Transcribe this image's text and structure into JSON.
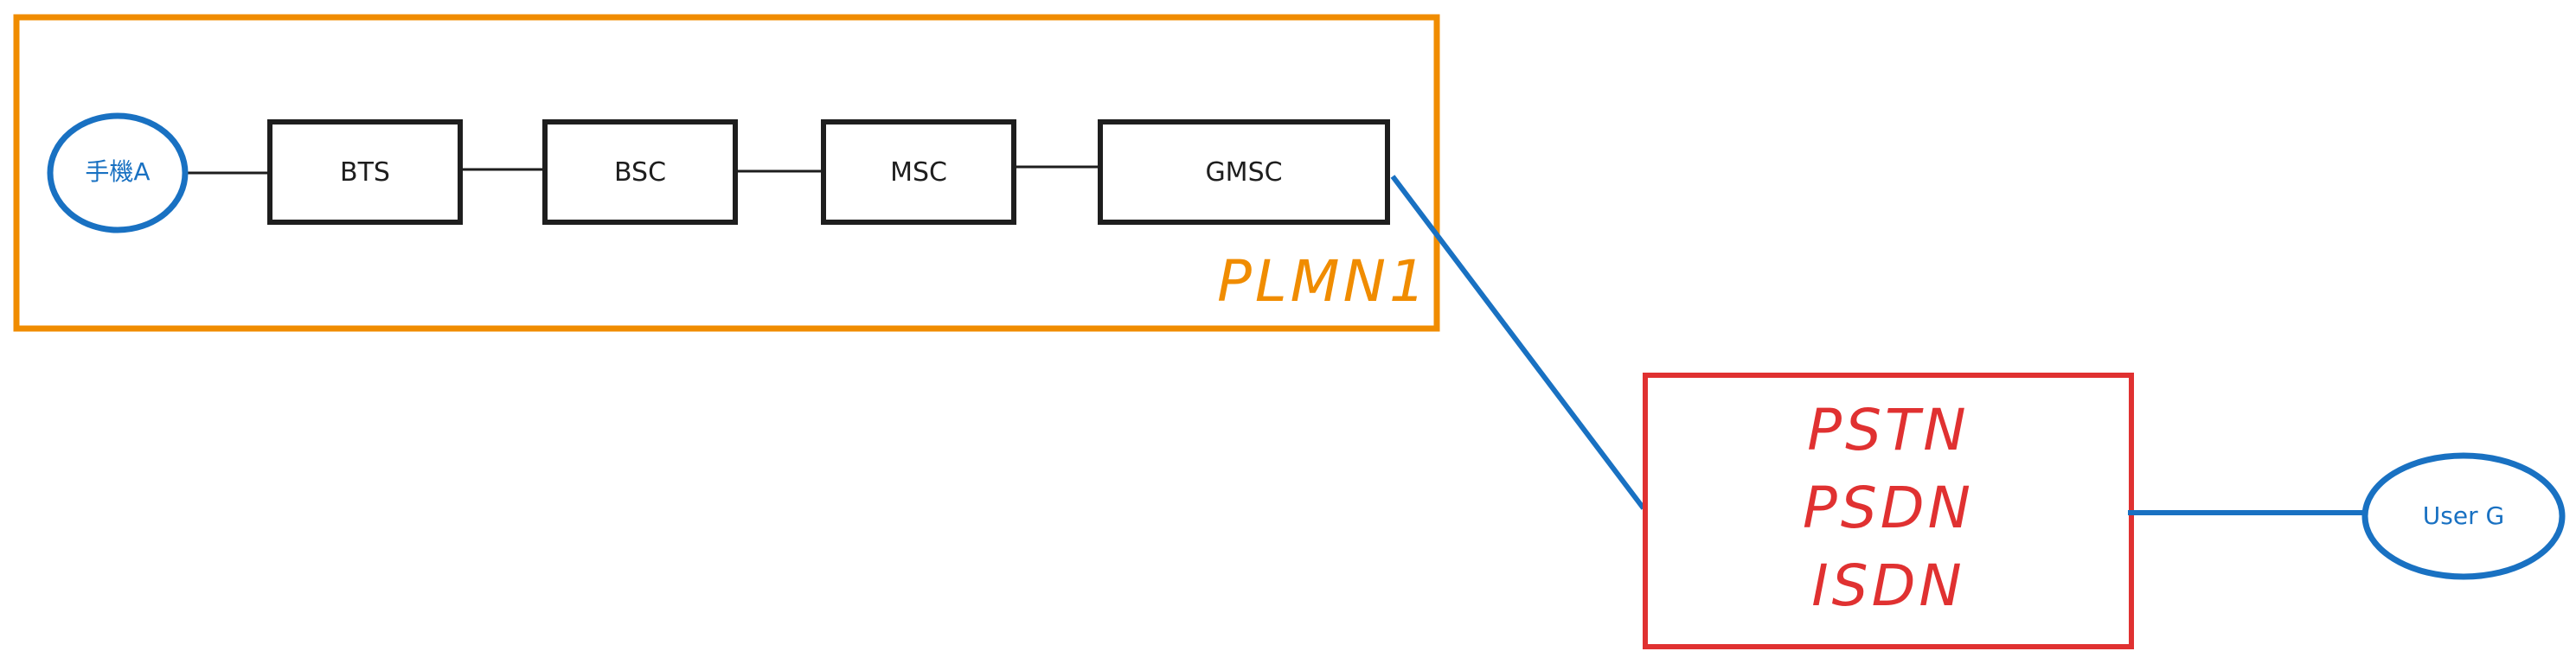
{
  "colors": {
    "plmn_border": "#f08c00",
    "pstn_border": "#e03131",
    "link_blue": "#1971c2",
    "box_border": "#1e1e1e",
    "text_dark": "#1e1e1e"
  },
  "diagram": {
    "plmn_group": {
      "label": "PLMN1"
    },
    "phone_a": {
      "label": "手機A"
    },
    "bts": {
      "label": "BTS"
    },
    "bsc": {
      "label": "BSC"
    },
    "msc": {
      "label": "MSC"
    },
    "gmsc": {
      "label": "GMSC"
    },
    "fixed_networks": {
      "lines": [
        "PSTN",
        "PSDN",
        "ISDN"
      ]
    },
    "user_g": {
      "label": "User G"
    }
  }
}
